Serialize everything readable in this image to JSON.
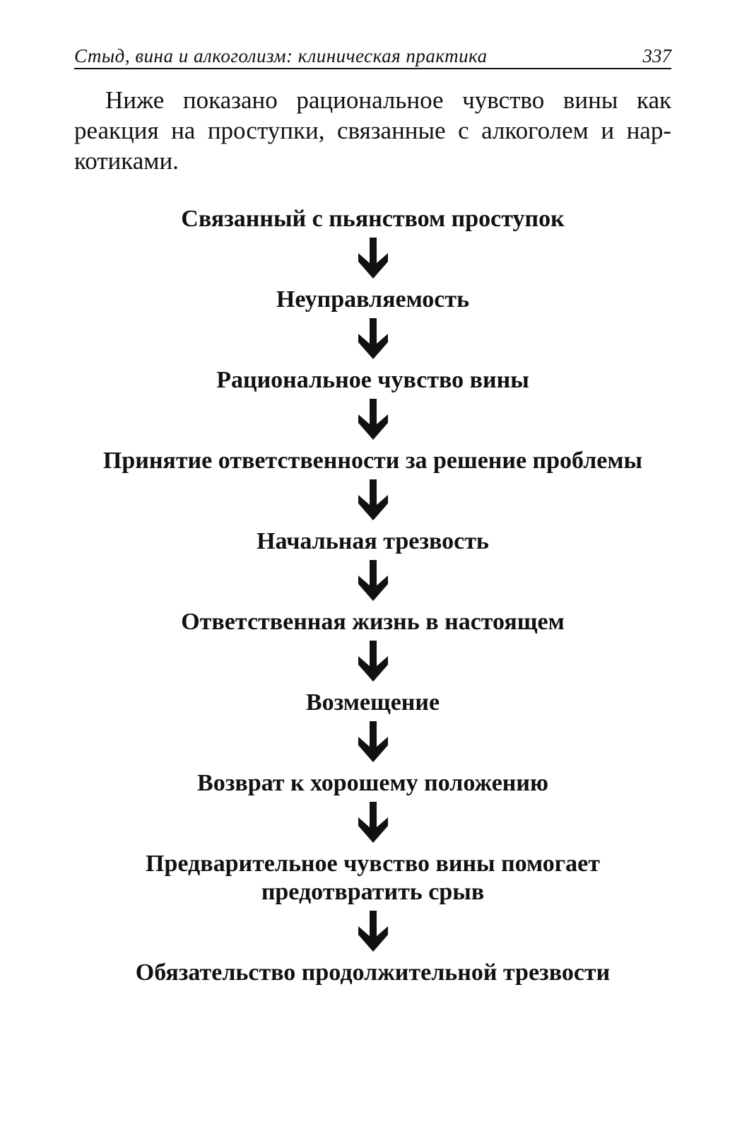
{
  "header": {
    "running_title": "Стыд, вина и алкоголизм: клиническая практика",
    "page_number": "337"
  },
  "intro": {
    "text": "Ниже показано рациональное чувство вины как реакция на проступки, связанные с алкоголем и нар­котиками."
  },
  "flow": {
    "steps": [
      "Связанный с пьянством проступок",
      "Неуправляемость",
      "Рациональное чувство вины",
      "Принятие ответственности за решение проблемы",
      "Начальная трезвость",
      "Ответственная жизнь в настоящем",
      "Возмещение",
      "Возврат к хорошему положению",
      "Предварительное чувство вины помогает предотвратить срыв",
      "Обязательство продолжительной трезвости"
    ],
    "arrow_icon": "down-arrow-icon"
  }
}
